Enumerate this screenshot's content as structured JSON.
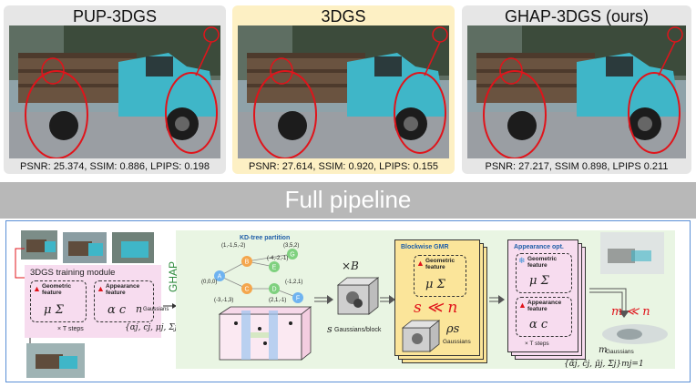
{
  "panels": [
    {
      "title": "PUP-3DGS",
      "metrics": "PSNR: 25.374, SSIM: 0.886, LPIPS: 0.198"
    },
    {
      "title": "3DGS",
      "metrics": "PSNR: 27.614, SSIM: 0.920, LPIPS: 0.155"
    },
    {
      "title": "GHAP-3DGS (ours)",
      "metrics": "PSNR: 27.217, SSIM 0.898, LPIPS 0.211"
    }
  ],
  "pipeline_title": "Full pipeline",
  "training": {
    "module_title": "3DGS training module",
    "geometric": "Geometric feature",
    "appearance": "Appearance feature",
    "mu_sigma": "μ  Σ",
    "alpha_c": "α  c",
    "t_steps": "× T steps",
    "n_label": "n",
    "n_sub": "Gaussians",
    "set_formula": "{αj, cj, μj, Σj}nj=1"
  },
  "ghap_label": "GHAP",
  "kdtree": {
    "title": "KD-tree partition",
    "coords": [
      "(1,-1,5,-2)",
      "(3,5,2)",
      "(-4,-2,-1)",
      "(0,0,0)",
      "(-1,2,1)",
      "(-3,-1,3)",
      "(2,1,-1)"
    ],
    "nodes": [
      "A",
      "B",
      "C",
      "D",
      "E",
      "F",
      "G"
    ]
  },
  "times_b": "×B",
  "s_label": "s",
  "s_sub": "Gaussians/block",
  "gmr": {
    "title": "Blockwise GMR",
    "geometric": "Geometric feature",
    "mu_sigma": "μ  Σ",
    "s_ll_n": "s ≪ n",
    "rho_s": "ρs",
    "rho_sub": "Gaussians"
  },
  "appearance_opt": {
    "title": "Appearance opt.",
    "geometric": "Geometric feature",
    "appearance": "Appearance feature",
    "mu_sigma": "μ  Σ",
    "alpha_c": "α  c",
    "t_steps": "× T steps"
  },
  "m_ll_n": "m ≪ n",
  "m_label": "m",
  "m_sub": "Gaussians",
  "final_formula": "{ᾱj, c̄j, μ̄j, Σ̄j}mj=1",
  "colors": {
    "panel_bg": "#e6e6e6",
    "panel_highlight": "#fdf0c4",
    "circle_red": "#e0141b",
    "truck_teal": "#3fb6c8",
    "pipeline_bar": "#b8b8b8",
    "diagram_border": "#5a8fd6",
    "pink_box": "#f7dcef",
    "green_box": "#e9f5e3",
    "yellow_box": "#fbe59a",
    "node_green": "#7fd17f",
    "node_blue": "#6fb3f0",
    "node_orange": "#f4a64d",
    "red_text": "#e0141b"
  }
}
